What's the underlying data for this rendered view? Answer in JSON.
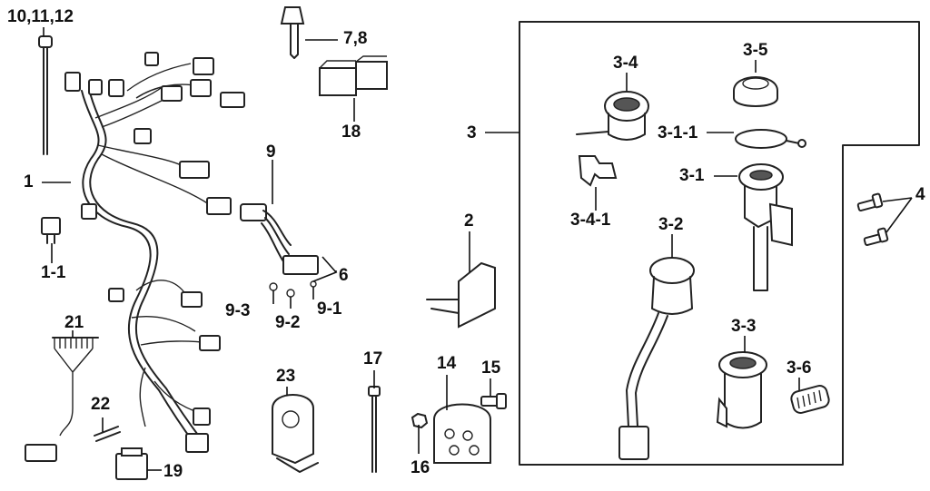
{
  "diagram": {
    "labels": {
      "l_10_11_12": "10,11,12",
      "l_7_8": "7,8",
      "l_18": "18",
      "l_1": "1",
      "l_1_1": "1-1",
      "l_9": "9",
      "l_6": "6",
      "l_9_3": "9-3",
      "l_9_2": "9-2",
      "l_9_1": "9-1",
      "l_21": "21",
      "l_22": "22",
      "l_19": "19",
      "l_23": "23",
      "l_17": "17",
      "l_14": "14",
      "l_15": "15",
      "l_16": "16",
      "l_2": "2",
      "l_3": "3",
      "l_3_4": "3-4",
      "l_3_5": "3-5",
      "l_3_1_1": "3-1-1",
      "l_3_4_1": "3-4-1",
      "l_3_1": "3-1",
      "l_3_2": "3-2",
      "l_3_3": "3-3",
      "l_3_6": "3-6",
      "l_4": "4"
    }
  }
}
